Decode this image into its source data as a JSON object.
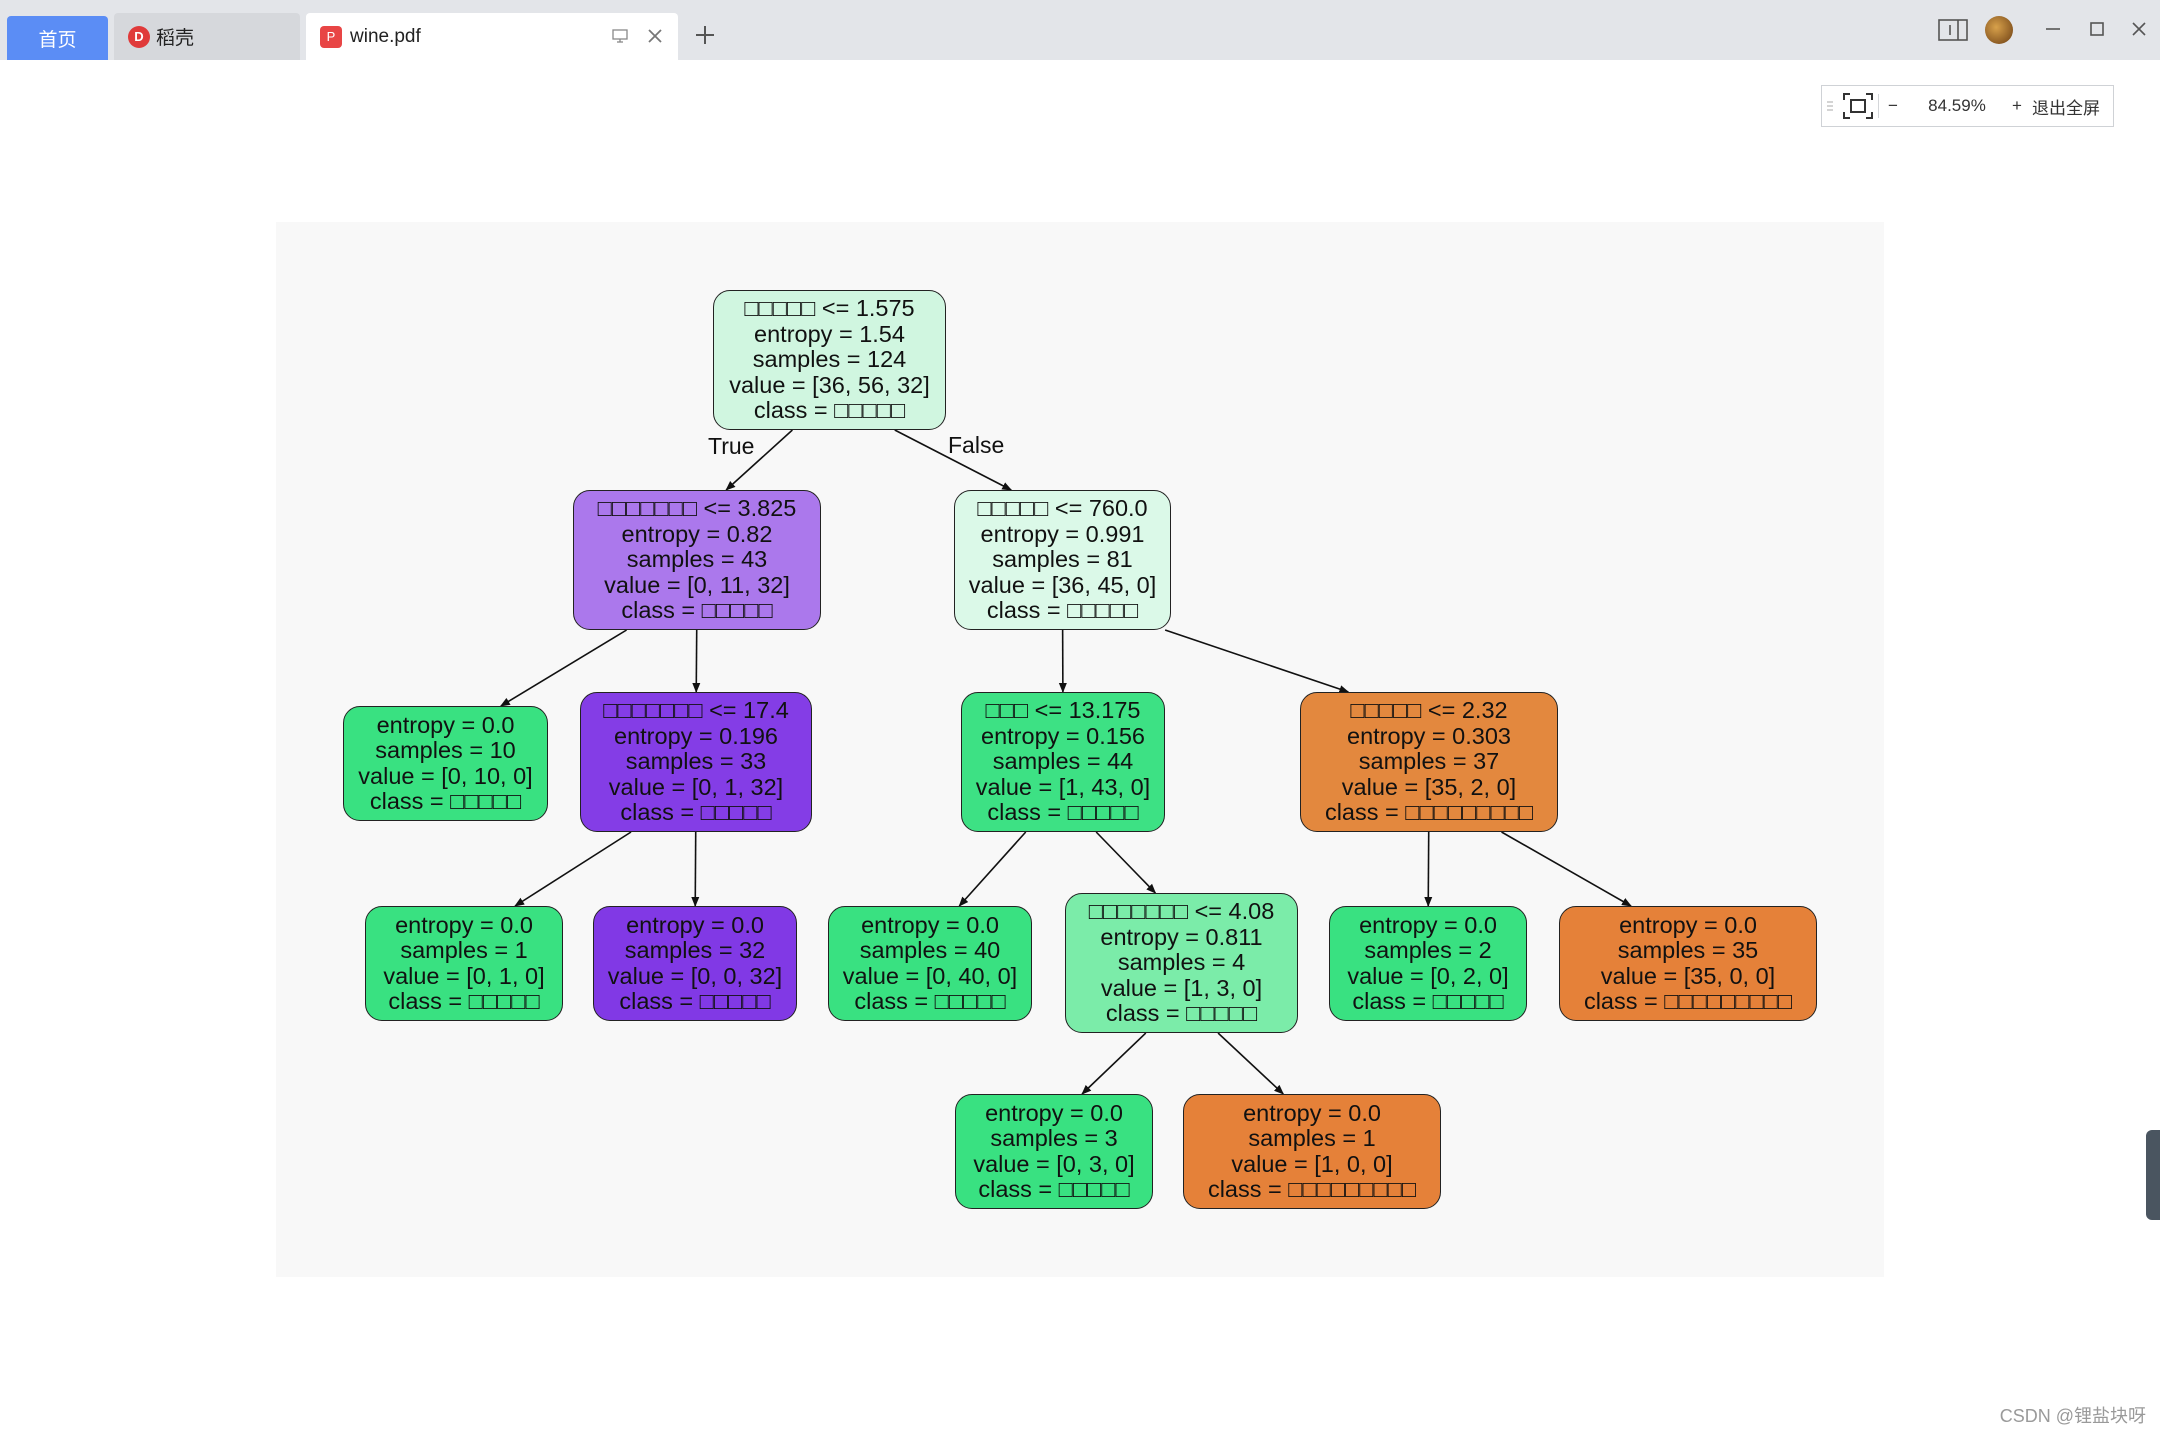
{
  "tabs": {
    "home": "首页",
    "daoke": "稻壳",
    "pdf": "wine.pdf",
    "daoke_logo": "D",
    "pdf_logo": "P"
  },
  "toolbar": {
    "zoom_value": "84.59%",
    "exit_fullscreen": "退出全屏",
    "minus": "−",
    "plus": "+"
  },
  "tree": {
    "true_label": "True",
    "false_label": "False",
    "nodes": [
      {
        "lines": [
          "□□□□□ <= 1.575",
          "entropy = 1.54",
          "samples = 124",
          "value = [36, 56, 32]",
          "class = □□□□□"
        ],
        "color": "#d0f6e0"
      },
      {
        "lines": [
          "□□□□□□□ <= 3.825",
          "entropy = 0.82",
          "samples = 43",
          "value = [0, 11, 32]",
          "class = □□□□□"
        ],
        "color": "#ab78ec"
      },
      {
        "lines": [
          "□□□□□ <= 760.0",
          "entropy = 0.991",
          "samples = 81",
          "value = [36, 45, 0]",
          "class = □□□□□"
        ],
        "color": "#dbf9e8"
      },
      {
        "lines": [
          "entropy = 0.0",
          "samples = 10",
          "value = [0, 10, 0]",
          "class = □□□□□"
        ],
        "color": "#39e181"
      },
      {
        "lines": [
          "□□□□□□□ <= 17.4",
          "entropy = 0.196",
          "samples = 33",
          "value = [0, 1, 32]",
          "class = □□□□□"
        ],
        "color": "#843de6"
      },
      {
        "lines": [
          "□□□ <= 13.175",
          "entropy = 0.156",
          "samples = 44",
          "value = [1, 43, 0]",
          "class = □□□□□"
        ],
        "color": "#3de184"
      },
      {
        "lines": [
          "□□□□□ <= 2.32",
          "entropy = 0.303",
          "samples = 37",
          "value = [35, 2, 0]",
          "class = □□□□□□□□□"
        ],
        "color": "#e3883e"
      },
      {
        "lines": [
          "entropy = 0.0",
          "samples = 1",
          "value = [0, 1, 0]",
          "class = □□□□□"
        ],
        "color": "#39e181"
      },
      {
        "lines": [
          "entropy = 0.0",
          "samples = 32",
          "value = [0, 0, 32]",
          "class = □□□□□"
        ],
        "color": "#8139e5"
      },
      {
        "lines": [
          "entropy = 0.0",
          "samples = 40",
          "value = [0, 40, 0]",
          "class = □□□□□"
        ],
        "color": "#39e181"
      },
      {
        "lines": [
          "□□□□□□□ <= 4.08",
          "entropy = 0.811",
          "samples = 4",
          "value = [1, 3, 0]",
          "class = □□□□□"
        ],
        "color": "#7beca9"
      },
      {
        "lines": [
          "entropy = 0.0",
          "samples = 2",
          "value = [0, 2, 0]",
          "class = □□□□□"
        ],
        "color": "#39e181"
      },
      {
        "lines": [
          "entropy = 0.0",
          "samples = 35",
          "value = [35, 0, 0]",
          "class = □□□□□□□□□"
        ],
        "color": "#e58139"
      },
      {
        "lines": [
          "entropy = 0.0",
          "samples = 3",
          "value = [0, 3, 0]",
          "class = □□□□□"
        ],
        "color": "#39e181"
      },
      {
        "lines": [
          "entropy = 0.0",
          "samples = 1",
          "value = [1, 0, 0]",
          "class = □□□□□□□□□"
        ],
        "color": "#e58139"
      }
    ]
  },
  "watermark": "CSDN @锂盐块呀"
}
